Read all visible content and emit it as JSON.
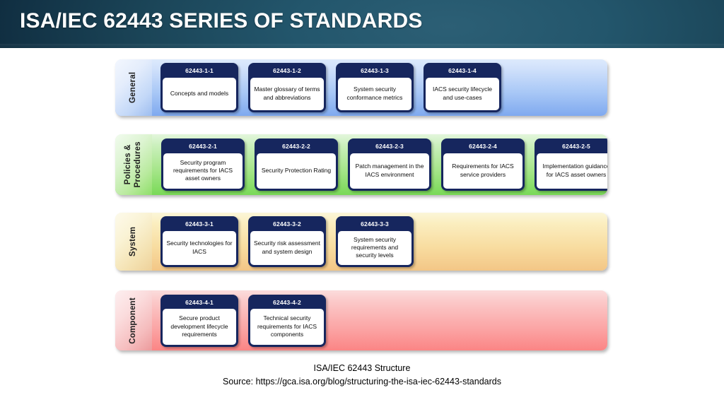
{
  "slide": {
    "title": "ISA/IEC 62443 SERIES OF STANDARDS",
    "title_bar_color": "#1b4558",
    "card_header_color": "#16265e"
  },
  "rows": [
    {
      "label": "General",
      "label_lines": [
        "General"
      ],
      "band_color": "#a9c8f6",
      "cards": [
        {
          "code": "62443-1-1",
          "text": "Concepts and models"
        },
        {
          "code": "62443-1-2",
          "text": "Master glossary of terms and abbreviations"
        },
        {
          "code": "62443-1-3",
          "text": "System security conformance metrics"
        },
        {
          "code": "62443-1-4",
          "text": "IACS security lifecycle and use-cases"
        }
      ]
    },
    {
      "label": "Policies & Procedures",
      "label_lines": [
        "Policies &",
        "Procedures"
      ],
      "band_color": "#a7e68b",
      "cards": [
        {
          "code": "62443-2-1",
          "text": "Security program requirements for IACS asset owners"
        },
        {
          "code": "62443-2-2",
          "text": "Security Protection Rating"
        },
        {
          "code": "62443-2-3",
          "text": "Patch management in the IACS environment"
        },
        {
          "code": "62443-2-4",
          "text": "Requirements for IACS service providers"
        },
        {
          "code": "62443-2-5",
          "text": "Implementation guidance for IACS asset owners"
        }
      ]
    },
    {
      "label": "System",
      "label_lines": [
        "System"
      ],
      "band_color": "#f8dda1",
      "cards": [
        {
          "code": "62443-3-1",
          "text": "Security technologies for IACS"
        },
        {
          "code": "62443-3-2",
          "text": "Security risk assessment and system design"
        },
        {
          "code": "62443-3-3",
          "text": "System security requirements and security levels"
        }
      ]
    },
    {
      "label": "Component",
      "label_lines": [
        "Component"
      ],
      "band_color": "#fba9a9",
      "cards": [
        {
          "code": "62443-4-1",
          "text": "Secure product development lifecycle requirements"
        },
        {
          "code": "62443-4-2",
          "text": "Technical security requirements for IACS components"
        }
      ]
    }
  ],
  "caption": {
    "line1": "ISA/IEC 62443 Structure",
    "line2": "Source: https://gca.isa.org/blog/structuring-the-isa-iec-62443-standards"
  }
}
